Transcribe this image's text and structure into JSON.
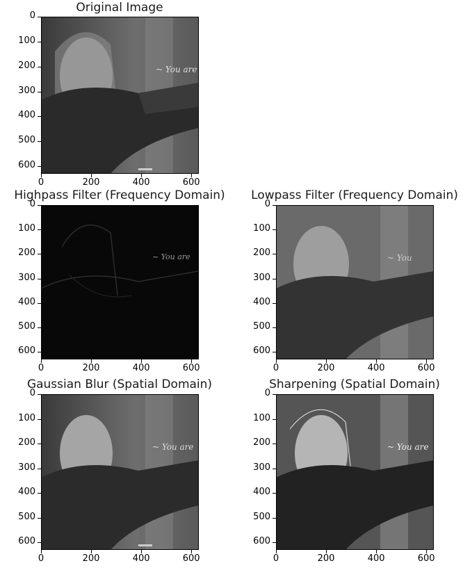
{
  "panels": [
    {
      "id": "original",
      "title": "Original Image",
      "xticks": [
        "0",
        "200",
        "400",
        "600"
      ],
      "yticks": [
        "0",
        "100",
        "200",
        "300",
        "400",
        "500",
        "600"
      ]
    },
    {
      "id": "highpass",
      "title": "Highpass Filter (Frequency Domain)",
      "xticks": [
        "0",
        "200",
        "400",
        "600"
      ],
      "yticks": [
        "0",
        "100",
        "200",
        "300",
        "400",
        "500",
        "600"
      ]
    },
    {
      "id": "lowpass",
      "title": "Lowpass Filter (Frequency Domain)",
      "xticks": [
        "0",
        "200",
        "400",
        "600"
      ],
      "yticks": [
        "0",
        "100",
        "200",
        "300",
        "400",
        "500",
        "600"
      ]
    },
    {
      "id": "gaussian",
      "title": "Gaussian Blur (Spatial Domain)",
      "xticks": [
        "0",
        "200",
        "400",
        "600"
      ],
      "yticks": [
        "0",
        "100",
        "200",
        "300",
        "400",
        "500",
        "600"
      ]
    },
    {
      "id": "sharpen",
      "title": "Sharpening (Spatial Domain)",
      "xticks": [
        "0",
        "200",
        "400",
        "600"
      ],
      "yticks": [
        "0",
        "100",
        "200",
        "300",
        "400",
        "500",
        "600"
      ]
    }
  ],
  "colors": {
    "grey_bg": "#5c5c5c",
    "dark": "#222222",
    "highpass_bg": "#080808"
  }
}
